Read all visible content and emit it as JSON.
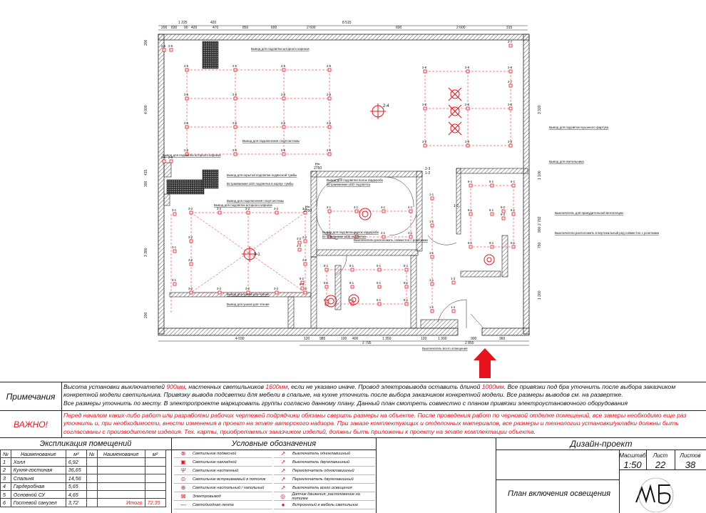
{
  "plan": {
    "top_dims": [
      "1 225",
      "420",
      "8 515",
      "200",
      "830",
      "90",
      "420",
      "470",
      "850",
      "600",
      "2 600",
      "600",
      "2 600",
      "315"
    ],
    "bottom_dims": [
      "4 030",
      "120",
      "985",
      "100",
      "400",
      "1 350",
      "120",
      "1 300",
      "900",
      "360",
      "2 795",
      "2 855"
    ],
    "side_dims_left": [
      "200",
      "4 000",
      "415",
      "300",
      "3 380",
      "200"
    ],
    "side_dims_right": [
      "3 320",
      "1 100",
      "2 782",
      "900",
      "750",
      "1 260"
    ],
    "marks": {
      "s25": "2-5",
      "s26": "2-6",
      "s27": "2-7",
      "s24": "2-4",
      "s28": "2-8",
      "s23": "2-3",
      "s31": "3-1",
      "s32": "3-2",
      "s33": "3-3",
      "s34": "3-4",
      "s41": "4-1",
      "s42": "4-2",
      "s43": "4-3",
      "s51": "5-1",
      "s52": "5-2",
      "s53": "5-3",
      "s61": "6-1",
      "s62": "6-2",
      "s63": "6-3",
      "s11": "1-1",
      "s12": "1-2",
      "s13": "1-3",
      "s14": "1-4",
      "h2750": "H=\n2750"
    },
    "notes": [
      "Вывод для подсветки шторного карниза",
      "Вывод для подключения спортсистемы",
      "Вывод для подсветки шторного карниза",
      "Вывод для подсветки кухонного фартука",
      "Вывод для светильника",
      "Вывод для скрытой подсветки подвесной тумбы",
      "Встраиваемая LED подсветка в корпус тумбы",
      "Вывод для подсветки полок гардероба",
      "Встраиваемая LED подсветка",
      "Вывод для подключения спортсистемы",
      "Вывод для подсветки шторного карниза",
      "Вывод для подсветки полок гардероба",
      "Встраиваемая LED подсветка",
      "Выключатели расположить совместно с розетками",
      "Выключатель для принудительной вентиляции",
      "Выключатели расположить в вертикальный ряд совместно с розетками",
      "Вывод для ушков для чтения",
      "Вывод для ушков для чтения",
      "Выключатель всего освещения"
    ]
  },
  "notes_row": {
    "heading": "Примечания",
    "lines": [
      [
        "Высота установки выключателей ",
        "900мм",
        ", настенных светильников ",
        "1600мм",
        ", если не указано иначе. Провод электровывода оставить длиной ",
        "1000мм",
        ". Все привязки под бра уточнить после выбора заказчиком"
      ],
      "конкретной модели светильника. Привязку вывода подсветки для мебели в спальне, на кухне уточнить после выбора заказчиком конкретной модели. Все размеры выводов см. на развертке.",
      "Все размеры уточнить по месту. В электропроекте маркировать группы согласно данному плану.  Данный план смотреть совместно с планом привязки электроустановочного оборудования"
    ]
  },
  "warning_row": {
    "heading": "ВАЖНО!",
    "lines": [
      "Перед началом каких-либо работ или разработки рабочих чертежей подрядчики обязаны сверить размеры на объекте. После проведения работ по черновой отделке помещений, все замеры необходимо еще раз",
      "уточнить и, при необходимости, внести изменения в проект на этапе авторского надзора. При заказе комплектующих и отделочных материалов, все размеры и технологии установки/укладки должны быть",
      "согласованы с производителем изделия. Тех. карты, приобретаемых заказчиком изделий, должны быть приложены к проекту на этапе комплектации объекта."
    ]
  },
  "rooms": {
    "title": "Экспликация помещений",
    "head": [
      "№",
      "Наименование",
      "м²",
      "№",
      "Наименование",
      "м²"
    ],
    "rows": [
      [
        "1",
        "Холл",
        "6,92"
      ],
      [
        "2",
        "Кухня-гостиная",
        "36,65"
      ],
      [
        "3",
        "Спальня",
        "14,56"
      ],
      [
        "4",
        "Гардеробная",
        "5,65"
      ],
      [
        "5",
        "Основной СУ",
        "4,65"
      ],
      [
        "6",
        "Гостевой санузел",
        "3,72"
      ]
    ],
    "total_label": "Итого",
    "total_value": "72,35"
  },
  "legend": {
    "title": "Условные обозначения",
    "left": [
      {
        "sym": "⊗",
        "text": "Светильник подвесной"
      },
      {
        "sym": "▣",
        "text": "Светильник накладной"
      },
      {
        "sym": "Ψ",
        "text": "Светильник настенный"
      },
      {
        "sym": "⊙",
        "text": "Светильник встраиваемый в потолок"
      },
      {
        "sym": "⊕",
        "text": "Светильник настольный / напольный"
      },
      {
        "sym": "⊠",
        "text": "Электровывод"
      },
      {
        "sym": "—",
        "text": "Светодиодная лента"
      }
    ],
    "right": [
      {
        "sym": "↗",
        "text": "Выключатель одноклавишный"
      },
      {
        "sym": "↗",
        "text": "Выключатель двухклавишный"
      },
      {
        "sym": "↗",
        "text": "Переключатель одноклавишный"
      },
      {
        "sym": "↗",
        "text": "Переключатель двухклавишный"
      },
      {
        "sym": "↗",
        "text": "Выключатель всего освещения"
      },
      {
        "sym": "◎",
        "text": "Датчик движения, расположение на потолке"
      },
      {
        "sym": "●",
        "text": "Встроенный в мебель светильник"
      }
    ]
  },
  "title_block": {
    "project": "Дизайн-проект",
    "scale_label": "Масштаб",
    "scale": "1:50",
    "sheet_label": "Лист",
    "sheet": "22",
    "sheets_label": "Листов",
    "sheets": "38",
    "sheet_title": "План включения освещения",
    "logo_text": "МБ"
  },
  "colors": {
    "accent": "#e8121c",
    "line": "#222222",
    "hatch": "#555555"
  }
}
